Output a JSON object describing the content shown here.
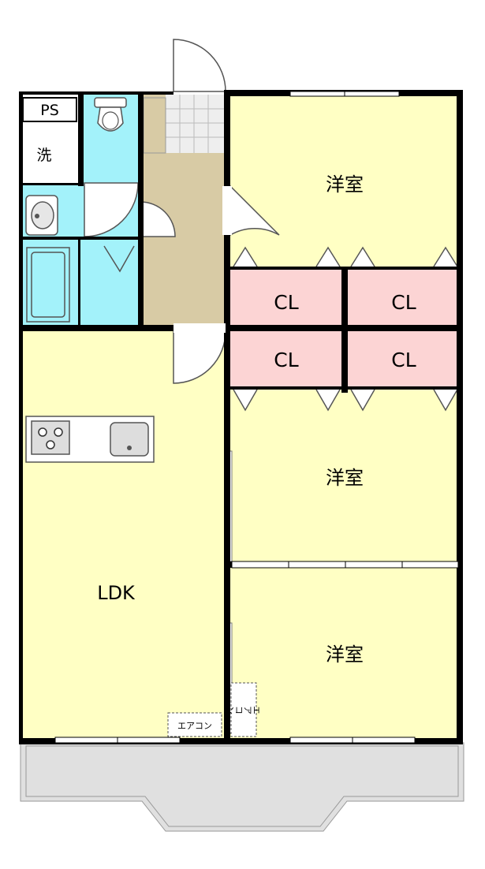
{
  "rooms": {
    "western_1": "洋室",
    "western_2": "洋室",
    "western_3": "洋室",
    "ldk": "LDK"
  },
  "closets": [
    "CL",
    "CL",
    "CL",
    "CL"
  ],
  "utility": {
    "pipe_space": "PS",
    "washer": "洗"
  },
  "air_conditioner": {
    "horizontal": "エアコン",
    "vertical": "エアコン"
  },
  "colors": {
    "room_yellow": "#ffffc4",
    "closet_pink": "#fcd4d4",
    "wet_area_cyan": "#a3f2fa",
    "corridor_tan": "#d8cba5",
    "balcony_gray": "#e0e0e0",
    "wall": "#000000"
  }
}
